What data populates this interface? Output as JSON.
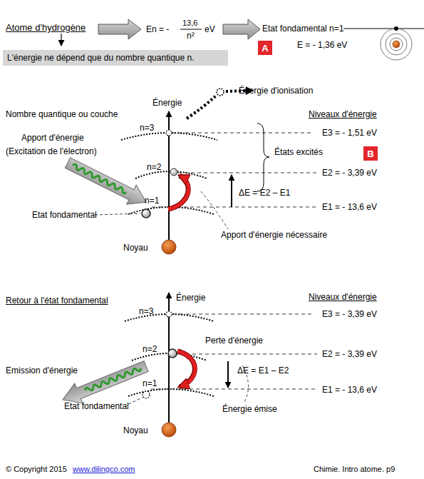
{
  "diagram": {
    "nodes": [
      {
        "text": [
          "L'énergie ne dépend que du nombre quantique n."
        ]
      },
      {
        "text": [
          "A"
        ]
      },
      {
        "text": [
          "B"
        ]
      }
    ],
    "labels": [
      "Atome d'hydrogène",
      "En = -",
      "13,6",
      "n²",
      "eV",
      "Etat fondamental n=1",
      "E = - 1,36 eV",
      "Énergie",
      "Énergie d'ionisation",
      "Nombre quantique ou couche",
      "Niveaux d'énergie",
      "n=3",
      "E3 = - 1,51 eV",
      "Apport d'énergie",
      "(Excitation de l'électron)",
      "États excités",
      "n=2",
      "E2 = - 3,39 eV",
      "ΔE = E2 – E1",
      "n=1",
      "E1 = - 13,6 eV",
      "Etat fondamental",
      "Apport d'énergie nécessaire",
      "Noyau",
      "Retour à l'état fondamental",
      "Énergie",
      "Niveaux d'énergie",
      "n=3",
      "E3 = - 3,39 eV",
      "Perte d'énergie",
      "n=2",
      "E2 = - 3,39 eV",
      "Emission d'énergie",
      "ΔE = E1 – E2",
      "n=1",
      "E1 = - 13,6 eV",
      "Etat fondamental",
      "Énergie émise",
      "Noyau",
      "© Copyright 2015",
      "www.dilingco.com",
      "Chimie. Intro atome. p9"
    ]
  }
}
